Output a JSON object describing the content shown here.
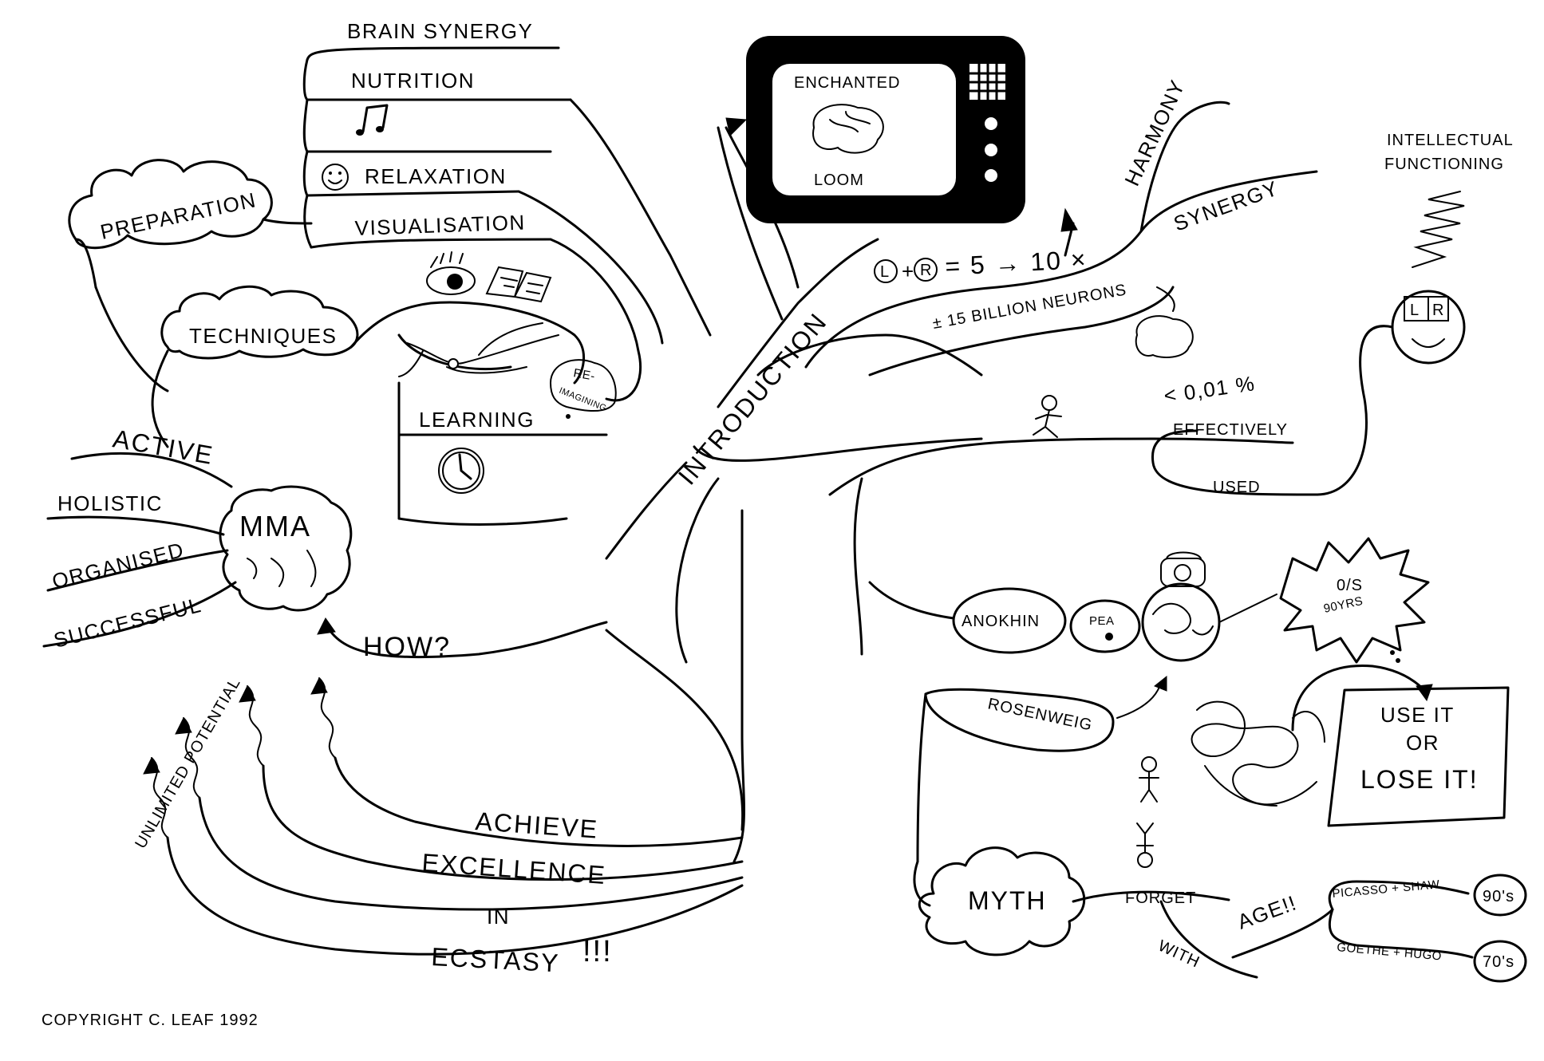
{
  "center": "INTRODUCTION",
  "branches": {
    "preparation": {
      "title": "PREPARATION",
      "items": [
        "BRAIN SYNERGY",
        "NUTRITION",
        "RELAXATION",
        "VISUALISATION"
      ],
      "music_icon": "music-note-icon",
      "smiley_icon": "smiley-icon"
    },
    "techniques": {
      "title": "TECHNIQUES",
      "items": [
        "LEARNING",
        "RE-",
        "IMAGINING"
      ],
      "icons": [
        "eye-icon",
        "book-icon",
        "clock-icon"
      ]
    },
    "mma": {
      "title": "MMA",
      "items": [
        "ACTIVE",
        "HOLISTIC",
        "ORGANISED",
        "SUCCESSFUL"
      ]
    },
    "how": {
      "title": "HOW?",
      "potential": "UNLIMITED POTENTIAL",
      "items": [
        "ACHIEVE",
        "EXCELLENCE",
        "IN",
        "ECSTASY"
      ],
      "exclaim": "!!!"
    },
    "tv": {
      "line1": "ENCHANTED",
      "line2": "LOOM"
    },
    "brain_equation": {
      "left": "L",
      "plus": "+",
      "right": "R",
      "result": "= 5 → 10 ×",
      "neurons": "± 15 BILLION NEURONS",
      "harmony": "HARMONY",
      "synergy": "SYNERGY"
    },
    "intellectual": {
      "line1": "INTELLECTUAL",
      "line2": "FUNCTIONING",
      "head_left": "L",
      "head_right": "R"
    },
    "usage": {
      "percent": "< 0,01 %",
      "effectively": "EFFECTIVELY",
      "used": "USED"
    },
    "anokhin": {
      "name": "ANOKHIN",
      "pea": "PEA",
      "burst_line1": "0/S",
      "burst_line2": "90YRS"
    },
    "rosenweig": {
      "name": "ROSENWEIG",
      "use_line1": "USE IT",
      "use_line2": "OR",
      "use_line3": "LOSE IT!"
    },
    "myth": {
      "title": "MYTH",
      "forget": "FORGET",
      "with": "WITH",
      "age": "AGE!!",
      "pair1": "PICASSO + SHAW",
      "pair1_age": "90's",
      "pair2": "GOETHE + HUGO",
      "pair2_age": "70's"
    }
  },
  "copyright": "COPYRIGHT C. LEAF 1992"
}
